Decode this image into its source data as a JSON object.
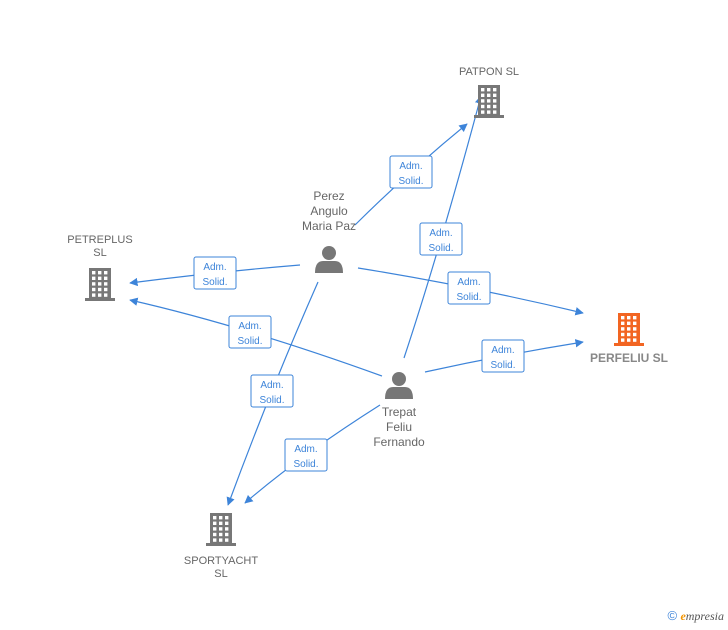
{
  "colors": {
    "edge": "#3d84d9",
    "company": "#777777",
    "highlight": "#f26522",
    "person": "#777777"
  },
  "nodes": {
    "patpon": {
      "label_lines": [
        "PATPON SL"
      ],
      "type": "company"
    },
    "petreplus": {
      "label_lines": [
        "PETREPLUS",
        "SL"
      ],
      "type": "company"
    },
    "perfeliu": {
      "label_lines": [
        "PERFELIU  SL"
      ],
      "type": "company-highlight"
    },
    "sportyacht": {
      "label_lines": [
        "SPORTYACHT",
        "SL"
      ],
      "type": "company"
    },
    "perez": {
      "label_lines": [
        "Perez",
        "Angulo",
        "Maria Paz"
      ],
      "type": "person"
    },
    "trepat": {
      "label_lines": [
        "Trepat",
        "Feliu",
        "Fernando"
      ],
      "type": "person"
    }
  },
  "edges": [
    {
      "from": "perez",
      "to": "patpon",
      "label_lines": [
        "Adm.",
        "Solid."
      ]
    },
    {
      "from": "perez",
      "to": "petreplus",
      "label_lines": [
        "Adm.",
        "Solid."
      ]
    },
    {
      "from": "perez",
      "to": "perfeliu",
      "label_lines": [
        "Adm.",
        "Solid."
      ]
    },
    {
      "from": "perez",
      "to": "sportyacht",
      "label_lines": [
        "Adm.",
        "Solid."
      ]
    },
    {
      "from": "trepat",
      "to": "patpon",
      "label_lines": [
        "Adm.",
        "Solid."
      ]
    },
    {
      "from": "trepat",
      "to": "petreplus",
      "label_lines": [
        "Adm.",
        "Solid."
      ]
    },
    {
      "from": "trepat",
      "to": "perfeliu",
      "label_lines": [
        "Adm.",
        "Solid."
      ]
    },
    {
      "from": "trepat",
      "to": "sportyacht",
      "label_lines": [
        "Adm.",
        "Solid."
      ]
    }
  ],
  "footer": {
    "copyright_symbol": "©",
    "brand_initial": "e",
    "brand_rest": "mpresia"
  }
}
